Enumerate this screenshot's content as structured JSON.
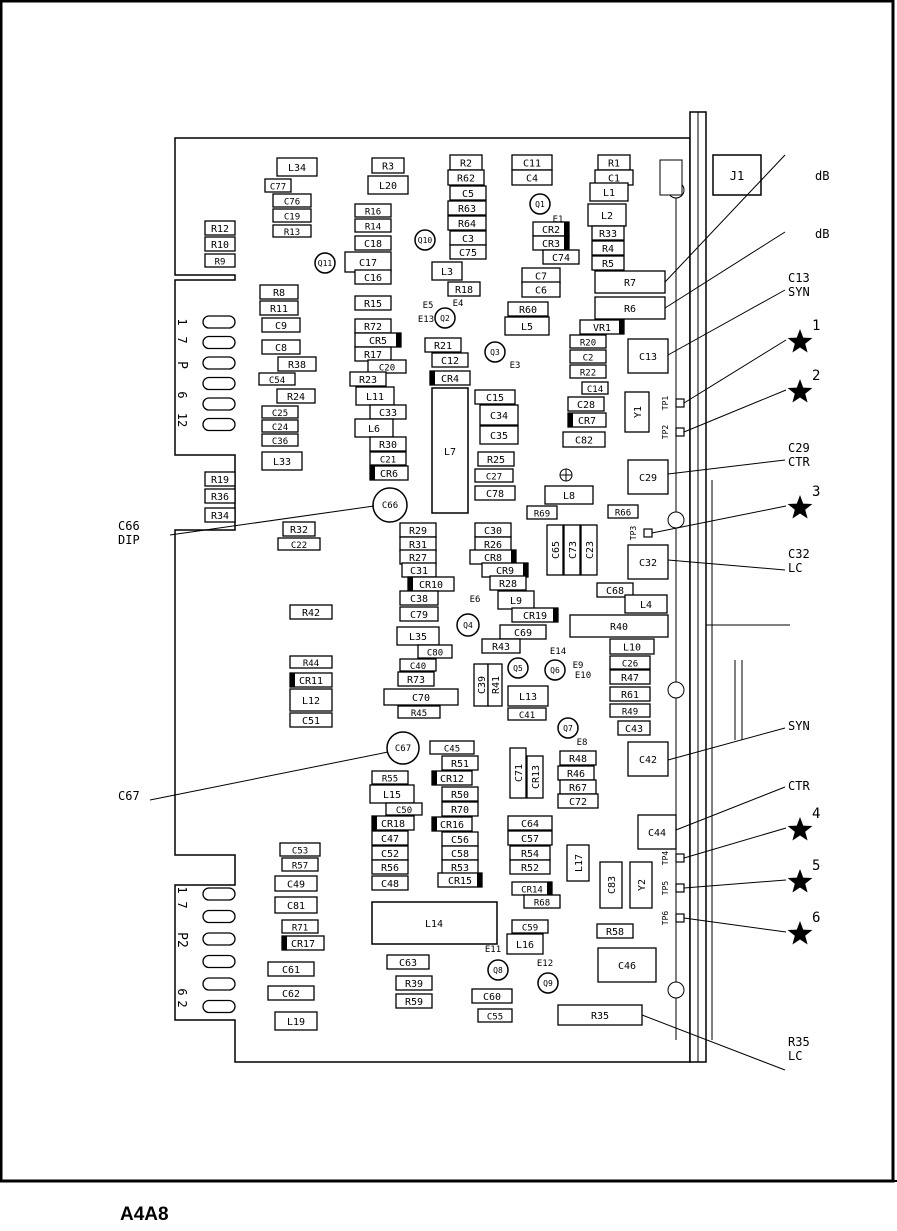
{
  "caption": "A4A8",
  "connectors": {
    "j1": "J1",
    "p1": {
      "label": "P",
      "pin_top": "1",
      "pin_top_sub": "7",
      "pin_bottom": "12",
      "pin_bottom_sub": "6"
    },
    "p2": {
      "label": "P2",
      "pin_top": "1",
      "pin_top_sub": "7",
      "pin_bottom": "2",
      "pin_bottom_sub": "6"
    }
  },
  "callouts": [
    {
      "id": "r7",
      "line1": "dB",
      "line2": ""
    },
    {
      "id": "r6",
      "line1": "dB",
      "line2": ""
    },
    {
      "id": "c13",
      "line1": "C13",
      "line2": "SYN"
    },
    {
      "id": "c29",
      "line1": "C29",
      "line2": "CTR"
    },
    {
      "id": "c32",
      "line1": "C32",
      "line2": "LC"
    },
    {
      "id": "c42",
      "line1": "SYN",
      "line2": ""
    },
    {
      "id": "c44",
      "line1": "CTR",
      "line2": ""
    },
    {
      "id": "r35",
      "line1": "R35",
      "line2": "LC"
    },
    {
      "id": "c66",
      "line1": "C66",
      "line2": "DIP"
    },
    {
      "id": "c67",
      "line1": "C67",
      "line2": ""
    }
  ],
  "stars": [
    "1",
    "2",
    "3",
    "4",
    "5",
    "6"
  ],
  "test_points": [
    "TP1",
    "TP2",
    "TP3",
    "TP4",
    "TP5",
    "TP6"
  ],
  "components": [
    "L34",
    "R3",
    "R2",
    "C11",
    "R1",
    "C77",
    "L20",
    "R62",
    "C4",
    "C1",
    "C76",
    "C5",
    "L1",
    "C19",
    "R16",
    "R63",
    "R13",
    "R14",
    "R64",
    "C18",
    "C3",
    "Q10",
    "R12",
    "R10",
    "R9",
    "Q11",
    "C17",
    "C75",
    "C16",
    "L3",
    "R18",
    "Q1",
    "E1",
    "CR2",
    "CR3",
    "C74",
    "L2",
    "R33",
    "R4",
    "R5",
    "C7",
    "C6",
    "R7",
    "R8",
    "R11",
    "R15",
    "E5",
    "E4",
    "E13",
    "Q2",
    "R60",
    "L5",
    "R6",
    "C9",
    "R72",
    "CR5",
    "C8",
    "R17",
    "R21",
    "C12",
    "Q3",
    "E3",
    "VR1",
    "R20",
    "C2",
    "R22",
    "C13",
    "R38",
    "C20",
    "C54",
    "R23",
    "CR4",
    "C14",
    "R24",
    "L11",
    "C15",
    "C28",
    "C25",
    "C33",
    "C34",
    "CR7",
    "C24",
    "L6",
    "C35",
    "C82",
    "Y1",
    "C36",
    "R30",
    "L33",
    "L7",
    "C21",
    "R25",
    "CR6",
    "C27",
    "C29",
    "R19",
    "C78",
    "L8",
    "R36",
    "C66",
    "R34",
    "R69",
    "R66",
    "R32",
    "R29",
    "C30",
    "C22",
    "R31",
    "R26",
    "R27",
    "CR8",
    "C65",
    "C73",
    "C23",
    "C31",
    "CR9",
    "CR10",
    "R28",
    "C32",
    "C68",
    "C38",
    "L9",
    "L4",
    "R42",
    "C79",
    "E6",
    "Q4",
    "CR19",
    "R40",
    "L35",
    "C69",
    "R43",
    "C80",
    "E14",
    "L10",
    "R44",
    "C40",
    "Q5",
    "Q6",
    "E9",
    "E10",
    "C26",
    "CR11",
    "R73",
    "C39",
    "R41",
    "R47",
    "L12",
    "C70",
    "L13",
    "R61",
    "R45",
    "C41",
    "R49",
    "C51",
    "C43",
    "Q7",
    "E8",
    "C45",
    "C67",
    "R48",
    "C42",
    "R51",
    "R55",
    "CR12",
    "C71",
    "CR13",
    "R46",
    "L15",
    "R50",
    "R67",
    "C50",
    "R70",
    "C72",
    "CR18",
    "CR16",
    "C64",
    "C47",
    "C56",
    "C57",
    "C44",
    "C53",
    "C52",
    "C58",
    "R54",
    "R57",
    "R56",
    "R53",
    "R52",
    "L17",
    "C49",
    "C48",
    "CR15",
    "C83",
    "Y2",
    "CR14",
    "R68",
    "C81",
    "L14",
    "R71",
    "C59",
    "R58",
    "CR17",
    "E11",
    "L16",
    "E12",
    "C63",
    "C61",
    "Q8",
    "C46",
    "R39",
    "Q9",
    "C62",
    "C60",
    "R59",
    "C55",
    "R35",
    "L19"
  ]
}
